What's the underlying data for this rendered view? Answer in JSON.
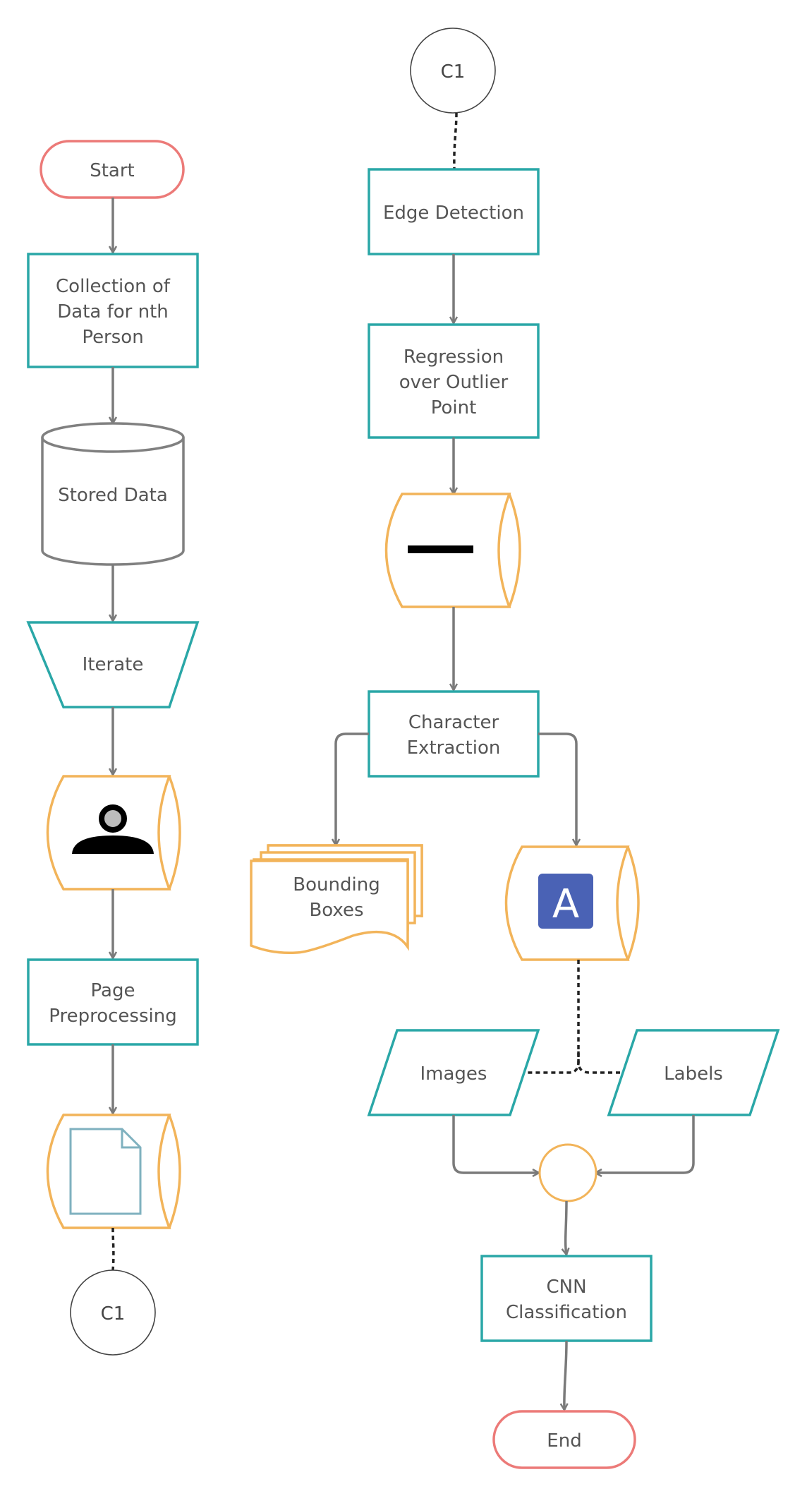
{
  "nodes": {
    "start": "Start",
    "collection": [
      "Collection of",
      "Data for nth",
      "Person"
    ],
    "stored_data": "Stored Data",
    "iterate": "Iterate",
    "page_preprocessing": [
      "Page",
      "Preprocessing"
    ],
    "connector_bottom": "C1",
    "connector_top": "C1",
    "edge_detection": "Edge Detection",
    "regression": [
      "Regression",
      "over Outlier",
      "Point"
    ],
    "character_extraction": [
      "Character",
      "Extraction"
    ],
    "bounding_boxes": [
      "Bounding",
      "Boxes"
    ],
    "images": "Images",
    "labels": "Labels",
    "cnn_classification": [
      "CNN",
      "Classification"
    ],
    "end": "End",
    "letter_badge": "A"
  },
  "colors": {
    "process": "#2aa7a7",
    "storage": "#f2b45a",
    "terminal": "#ec7a78",
    "database": "#808080",
    "arrow": "#7a7a7a",
    "badge": "#4a62b5"
  },
  "icons": {
    "person": "person-icon",
    "minus": "minus-icon",
    "document": "document-icon",
    "letter": "letter-a-icon"
  }
}
